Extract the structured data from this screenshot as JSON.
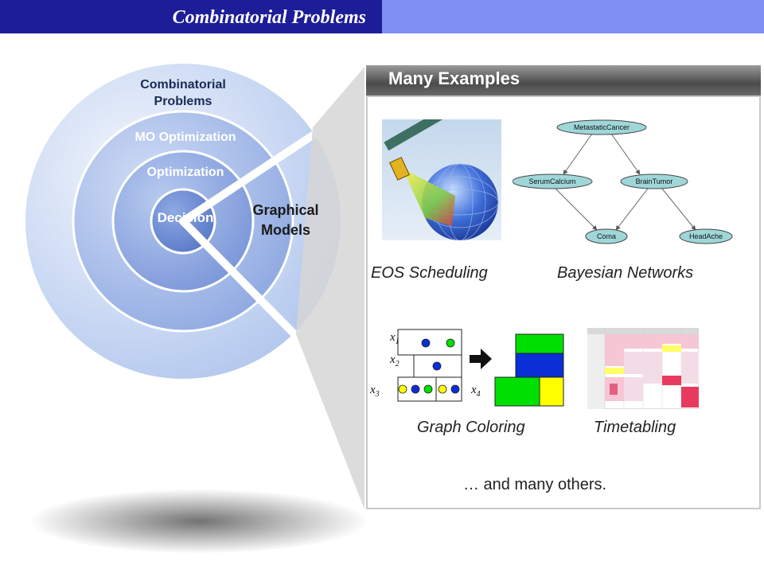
{
  "header": {
    "title": "Combinatorial Problems",
    "bg": "#1d1d97",
    "bg_right": "#7f8ff3"
  },
  "diagram": {
    "rings": [
      {
        "label_line1": "Combinatorial",
        "label_line2": "Problems"
      },
      {
        "label": "MO Optimization"
      },
      {
        "label": "Optimization"
      },
      {
        "label": "Decision"
      }
    ],
    "wedge": {
      "label_line1": "Graphical",
      "label_line2": "Models"
    }
  },
  "panel": {
    "title": "Many Examples",
    "examples": [
      {
        "caption": "EOS Scheduling"
      },
      {
        "caption": "Bayesian Networks"
      },
      {
        "caption": "Graph Coloring"
      },
      {
        "caption": "Timetabling"
      }
    ],
    "footer": "… and many others."
  },
  "bayes": {
    "nodes": [
      "MetastaticCancer",
      "SerumCalcium",
      "BrainTumor",
      "Coma",
      "HeadAche"
    ]
  },
  "graph_coloring": {
    "vars": [
      {
        "base": "x",
        "sub": "1"
      },
      {
        "base": "x",
        "sub": "2"
      },
      {
        "base": "x",
        "sub": "3"
      },
      {
        "base": "x",
        "sub": "4"
      }
    ],
    "colors": {
      "blue": "#0a2fd6",
      "green": "#00e000",
      "yellow": "#ffff00"
    }
  }
}
